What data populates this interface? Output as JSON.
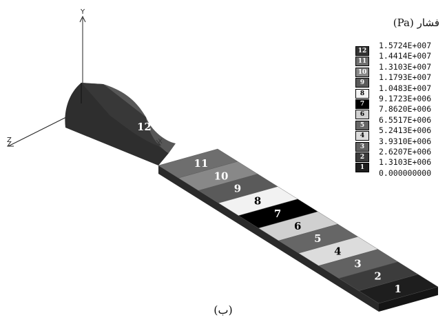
{
  "legend": {
    "title": "فشار (Pa)",
    "values": [
      "1.5724E+007",
      "1.4414E+007",
      "1.3103E+007",
      "1.1793E+007",
      "1.0483E+007",
      "9.1723E+006",
      "7.8620E+006",
      "6.5517E+006",
      "5.2413E+006",
      "3.9310E+006",
      "2.6207E+006",
      "1.3103E+006",
      "0.000000000"
    ],
    "levels": [
      {
        "label": "12",
        "fill": "#333333",
        "text": "#ffffff"
      },
      {
        "label": "11",
        "fill": "#6e6e6e",
        "text": "#ffffff"
      },
      {
        "label": "10",
        "fill": "#888888",
        "text": "#ffffff"
      },
      {
        "label": "9",
        "fill": "#5a5a5a",
        "text": "#ffffff"
      },
      {
        "label": "8",
        "fill": "#f2f2f2",
        "text": "#000000"
      },
      {
        "label": "7",
        "fill": "#000000",
        "text": "#ffffff"
      },
      {
        "label": "6",
        "fill": "#d0d0d0",
        "text": "#000000"
      },
      {
        "label": "5",
        "fill": "#666666",
        "text": "#ffffff"
      },
      {
        "label": "4",
        "fill": "#dcdcdc",
        "text": "#000000"
      },
      {
        "label": "3",
        "fill": "#626262",
        "text": "#ffffff"
      },
      {
        "label": "2",
        "fill": "#3c3c3c",
        "text": "#ffffff"
      },
      {
        "label": "1",
        "fill": "#1e1e1e",
        "text": "#ffffff"
      }
    ]
  },
  "model": {
    "zones": [
      {
        "label": "12",
        "fill": "#333333"
      },
      {
        "label": "11",
        "fill": "#6e6e6e"
      },
      {
        "label": "10",
        "fill": "#888888"
      },
      {
        "label": "9",
        "fill": "#5a5a5a"
      },
      {
        "label": "8",
        "fill": "#f2f2f2"
      },
      {
        "label": "7",
        "fill": "#000000"
      },
      {
        "label": "6",
        "fill": "#d0d0d0"
      },
      {
        "label": "5",
        "fill": "#666666"
      },
      {
        "label": "4",
        "fill": "#dcdcdc"
      },
      {
        "label": "3",
        "fill": "#626262"
      },
      {
        "label": "2",
        "fill": "#3c3c3c"
      },
      {
        "label": "1",
        "fill": "#1e1e1e"
      }
    ]
  },
  "axes": {
    "x": "X",
    "y": "Y",
    "z": "Z"
  },
  "caption": "(ب)"
}
